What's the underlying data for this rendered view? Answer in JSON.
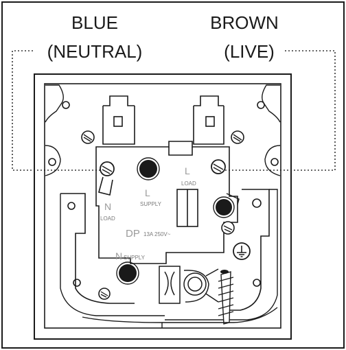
{
  "labels": {
    "neutral_color": "BLUE",
    "neutral_name": "(NEUTRAL)",
    "live_color": "BROWN",
    "live_name": "(LIVE)"
  },
  "terminals": {
    "n_load_letter": "N",
    "n_load_text": "LOAD",
    "l_supply_letter": "L",
    "l_supply_text": "SUPPLY",
    "l_load_letter": "L",
    "l_load_text": "LOAD",
    "n_supply_letter": "N",
    "n_supply_text": "SUPPLY",
    "dp_letters": "DP",
    "dp_rating": "13A 250V~"
  },
  "icons": {
    "earth": "earth-symbol-icon"
  },
  "colors": {
    "line": "#1a1a1a",
    "grey_text": "#9a9a9a",
    "terminal_fill": "#000000"
  }
}
